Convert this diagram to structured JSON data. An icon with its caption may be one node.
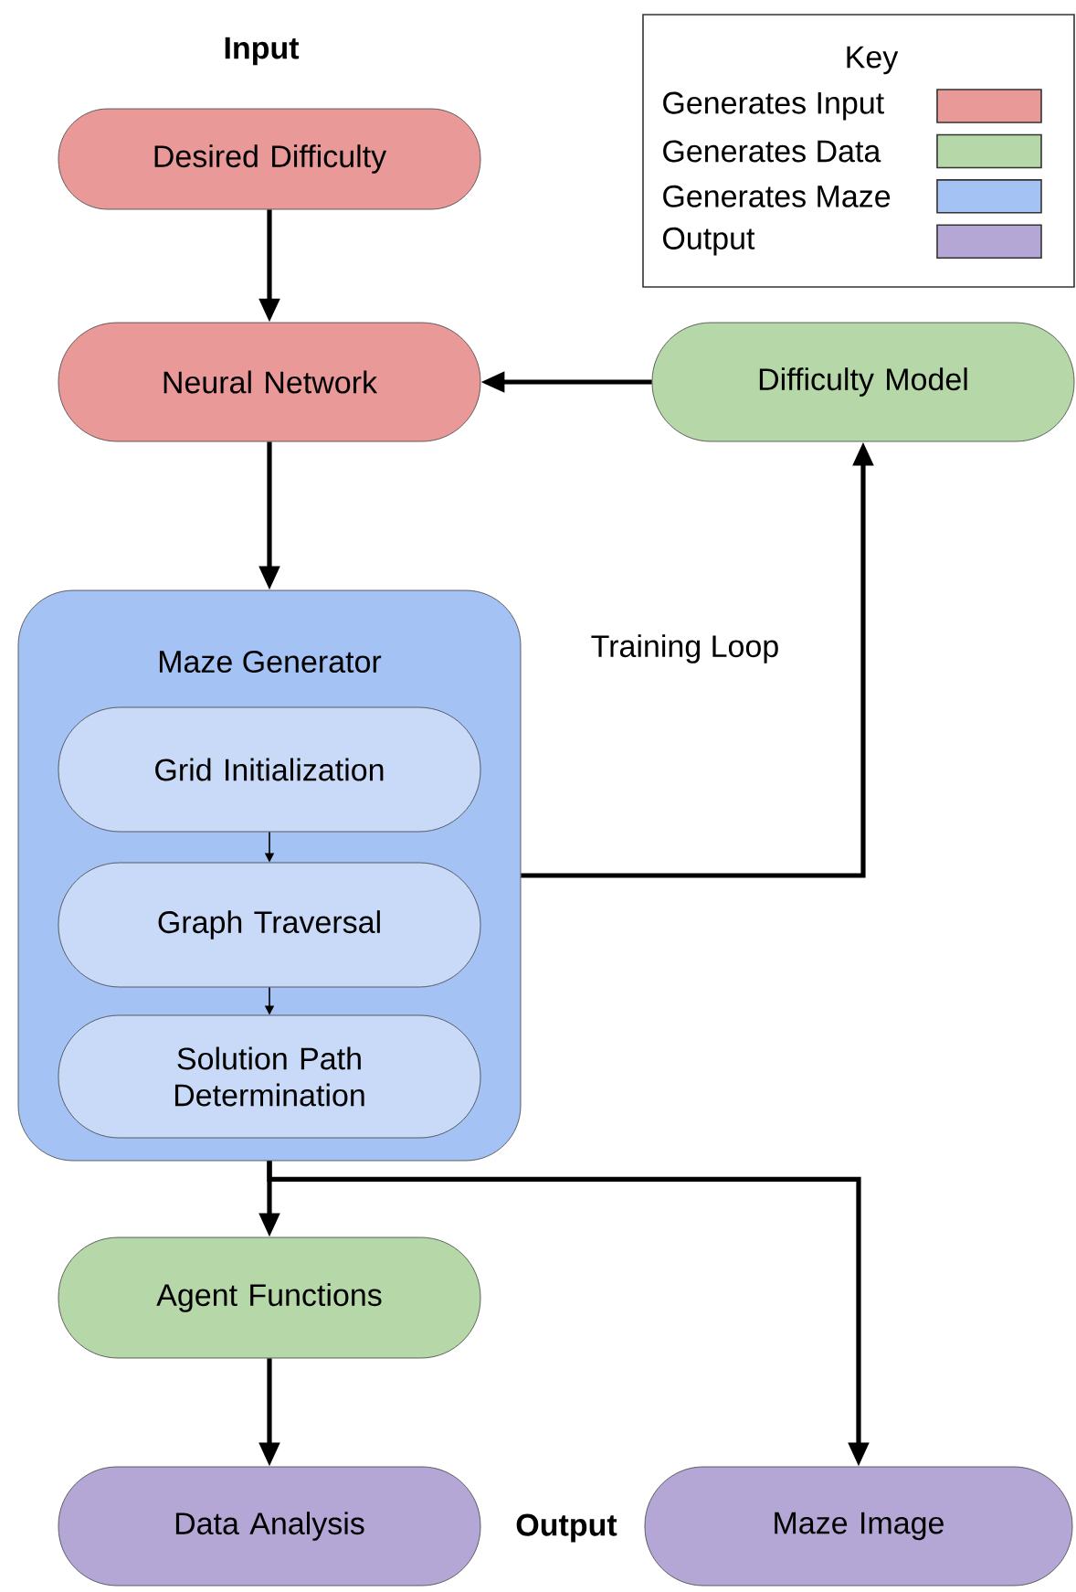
{
  "diagram": {
    "nodes": [
      {
        "text": [
          "Desired Difficulty"
        ]
      },
      {
        "text": [
          "Neural Network"
        ]
      },
      {
        "text": [
          "Difficulty Model"
        ]
      },
      {
        "text": [
          "Maze Generator"
        ]
      },
      {
        "text": [
          "Grid Initialization"
        ],
        "in": 3
      },
      {
        "text": [
          "Graph Traversal"
        ],
        "in": 3
      },
      {
        "text": [
          "Solution Path Determination"
        ],
        "in": 3
      },
      {
        "text": [
          "Agent Functions"
        ]
      },
      {
        "text": [
          "Data Analysis"
        ]
      },
      {
        "text": [
          "Maze Image"
        ]
      }
    ],
    "edges": [
      {
        "from": 0,
        "to": 1,
        "arrow": "to"
      },
      {
        "from": 2,
        "to": 1,
        "arrow": "to"
      },
      {
        "from": 1,
        "to": 3,
        "arrow": "to"
      },
      {
        "from": 4,
        "to": 5,
        "arrow": "to"
      },
      {
        "from": 5,
        "to": 6,
        "arrow": "to"
      },
      {
        "from": 3,
        "to": 2,
        "arrow": "to",
        "label": "Training Loop"
      },
      {
        "from": 3,
        "to": 7,
        "arrow": "to"
      },
      {
        "from": 3,
        "to": 9,
        "arrow": "to"
      },
      {
        "from": 7,
        "to": 8,
        "arrow": "to"
      }
    ],
    "labels": [
      "Input",
      "Key",
      "Output"
    ],
    "legend": [
      {
        "text": "Generates Input",
        "color": "#ea9999"
      },
      {
        "text": "Generates Data",
        "color": "#b6d7a8"
      },
      {
        "text": "Generates Maze",
        "color": "#a4c2f4"
      },
      {
        "text": "Output",
        "color": "#b4a7d6"
      }
    ]
  }
}
